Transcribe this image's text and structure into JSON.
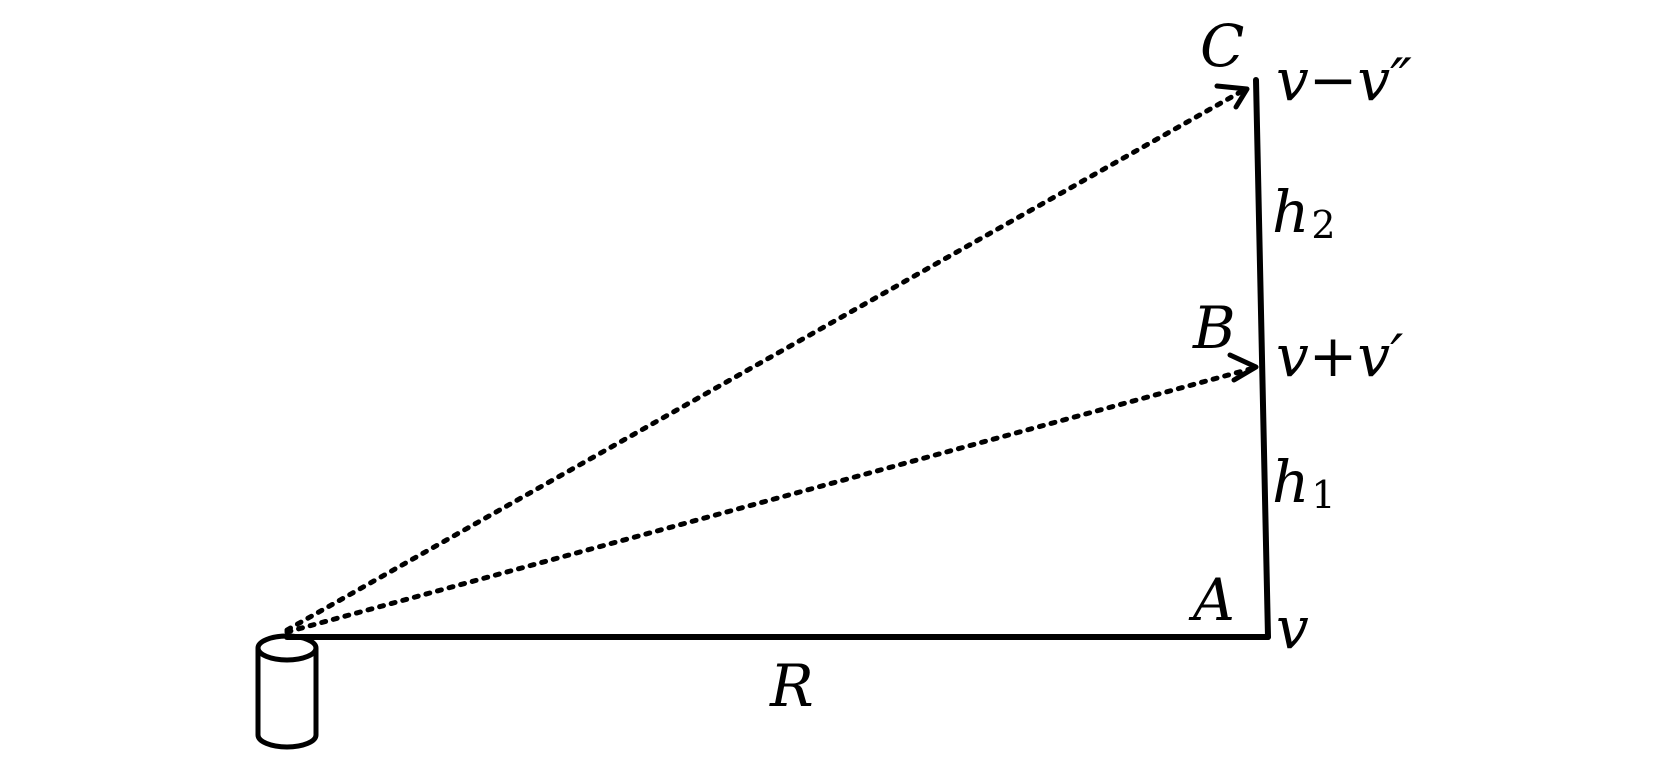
{
  "labels": {
    "point_a": "A",
    "point_b": "B",
    "point_c": "C",
    "velocity_a": "v",
    "velocity_b": "v+v′",
    "velocity_c": "v−v″",
    "height_1_base": "h",
    "height_1_sub": "1",
    "height_2_base": "h",
    "height_2_sub": "2",
    "range": "R"
  },
  "colors": {
    "stroke": "#000000",
    "background": "#ffffff"
  },
  "icons": {
    "radar": "radar-cylinder-icon"
  }
}
